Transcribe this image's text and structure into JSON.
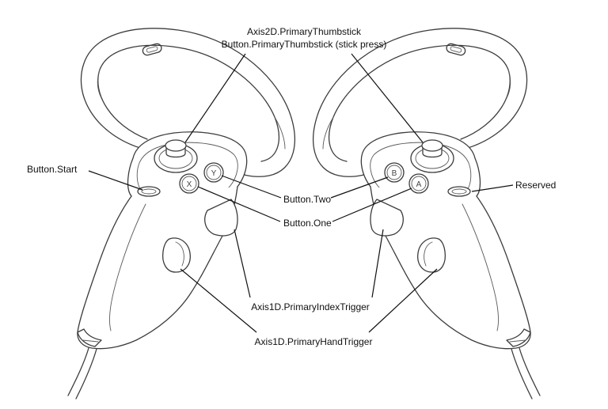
{
  "diagram": {
    "labels": {
      "thumbstick_axis": "Axis2D.PrimaryThumbstick",
      "thumbstick_press": "Button.PrimaryThumbstick (stick press)",
      "button_start": "Button.Start",
      "button_two": "Button.Two",
      "button_one": "Button.One",
      "reserved": "Reserved",
      "index_trigger": "Axis1D.PrimaryIndexTrigger",
      "hand_trigger": "Axis1D.PrimaryHandTrigger"
    },
    "button_glyphs": {
      "left_y": "Y",
      "left_x": "X",
      "right_b": "B",
      "right_a": "A"
    }
  },
  "colors": {
    "line": "#3c3c3c",
    "leader": "#111111",
    "background": "#ffffff"
  }
}
